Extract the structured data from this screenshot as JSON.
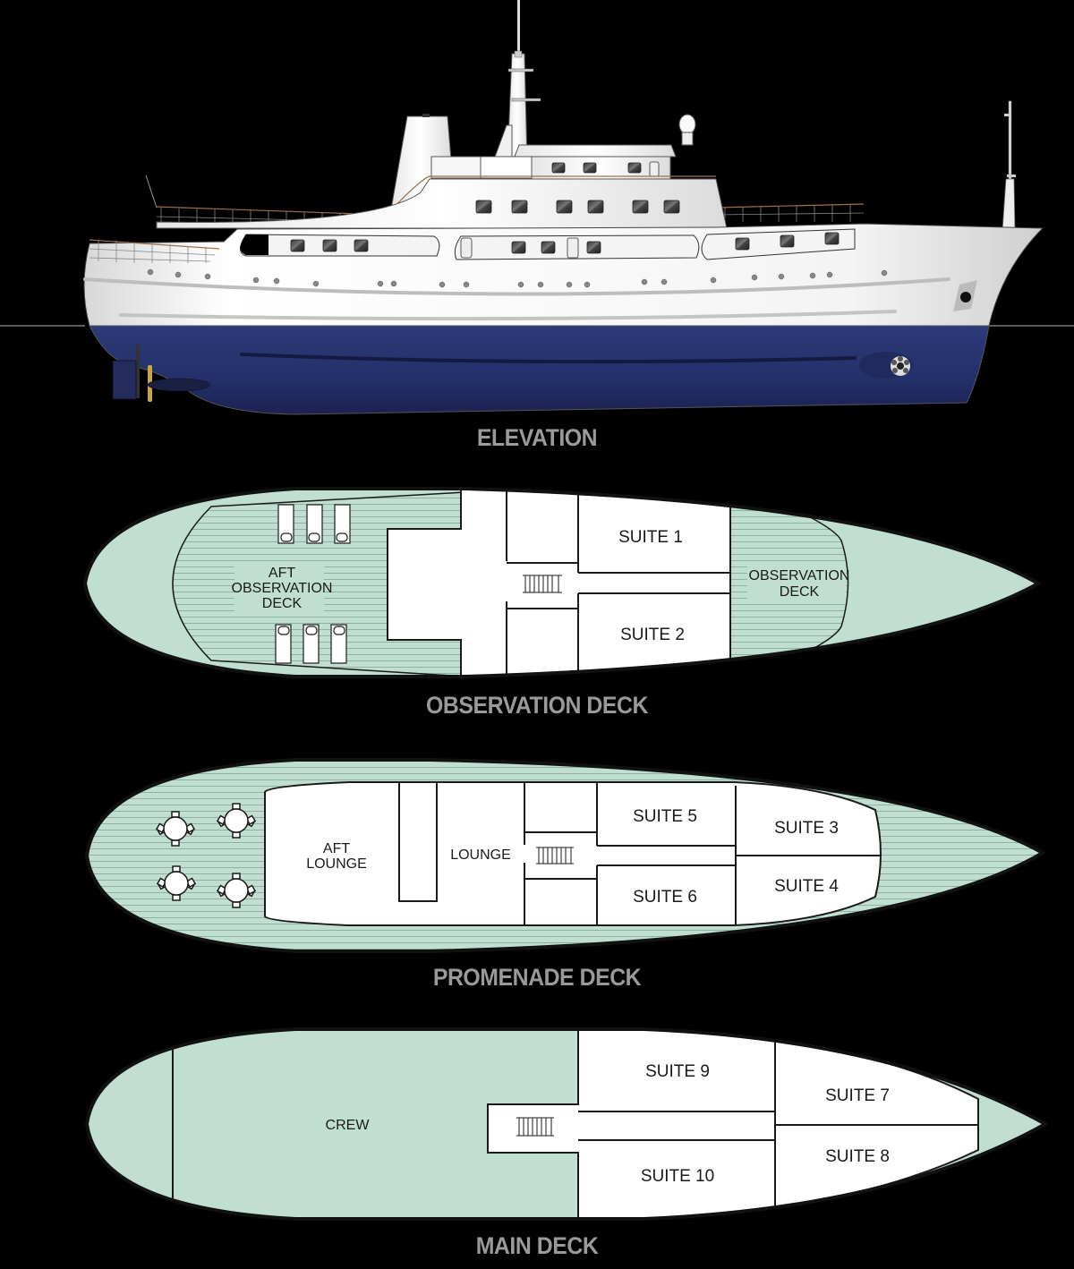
{
  "colors": {
    "background": "#000000",
    "deck_green": "#c0dfd1",
    "deck_stripe": "#8fb3a3",
    "hull_blue": "#2a3570",
    "hull_white": "#f2f2f2",
    "outline": "#1a1a1a",
    "caption_gray": "#9a9a9a",
    "railing_brown": "#a0704a",
    "propeller_gold": "#c9a640"
  },
  "sections": {
    "elevation": {
      "caption": "ELEVATION"
    },
    "observation_deck": {
      "caption": "OBSERVATION DECK",
      "areas": {
        "aft_obs_line1": "AFT",
        "aft_obs_line2": "OBSERVATION",
        "aft_obs_line3": "DECK",
        "fwd_obs_line1": "OBSERVATION",
        "fwd_obs_line2": "DECK"
      },
      "suites": [
        "SUITE 1",
        "SUITE 2"
      ],
      "sun_loungers": 6
    },
    "promenade_deck": {
      "caption": "PROMENADE DECK",
      "areas": {
        "aft_lounge_line1": "AFT",
        "aft_lounge_line2": "LOUNGE",
        "lounge": "LOUNGE"
      },
      "suites": [
        "SUITE 5",
        "SUITE 6",
        "SUITE 3",
        "SUITE 4"
      ],
      "tables": 4
    },
    "main_deck": {
      "caption": "MAIN DECK",
      "areas": {
        "crew": "CREW"
      },
      "suites": [
        "SUITE 9",
        "SUITE 10",
        "SUITE 7",
        "SUITE 8"
      ]
    }
  }
}
